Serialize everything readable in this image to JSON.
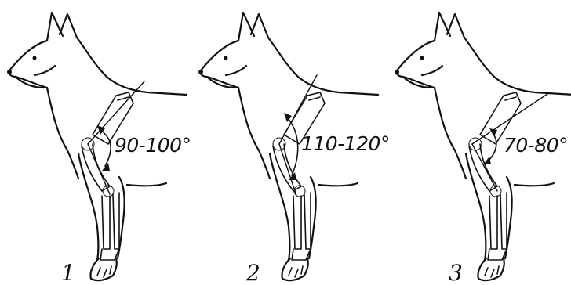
{
  "panels": [
    {
      "number": "1",
      "angle_label": "90-100°"
    },
    {
      "number": "2",
      "angle_label": "110-120°"
    },
    {
      "number": "3",
      "angle_label": "70-80°"
    }
  ]
}
